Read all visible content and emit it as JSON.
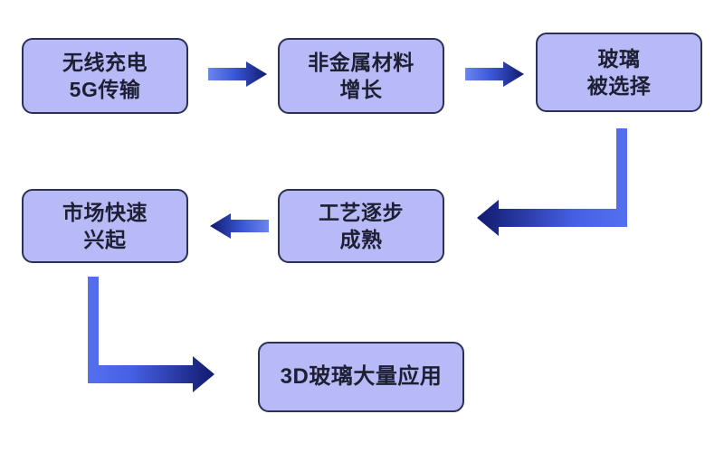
{
  "diagram": {
    "title": "3D Glass Adoption Flowchart",
    "background_color": "#ffffff",
    "node_fill": "#b8b9f7",
    "node_border": "#2b3055",
    "node_text_color": "#1d1f33",
    "arrow_gradient_light": "#5b7ce8",
    "arrow_gradient_dark": "#111a6d",
    "nodes": [
      {
        "id": "wireless",
        "line1": "无线充电",
        "line2": "5G传输",
        "order": 1
      },
      {
        "id": "material",
        "line1": "非金属材料",
        "line2": "增长",
        "order": 2
      },
      {
        "id": "glass",
        "line1": "玻璃",
        "line2": "被选择",
        "order": 3
      },
      {
        "id": "process",
        "line1": "工艺逐步",
        "line2": "成熟",
        "order": 4
      },
      {
        "id": "market",
        "line1": "市场快速",
        "line2": "兴起",
        "order": 5
      },
      {
        "id": "3dglass",
        "line1": "3D玻璃大量应用",
        "line2": "",
        "order": 6
      }
    ],
    "connectors": [
      {
        "id": "wireless-to-material",
        "from": "wireless",
        "to": "material",
        "shape": "straight-right"
      },
      {
        "id": "material-to-glass",
        "from": "material",
        "to": "glass",
        "shape": "straight-right"
      },
      {
        "id": "glass-to-process",
        "from": "glass",
        "to": "process",
        "shape": "elbow-down-left"
      },
      {
        "id": "process-to-market",
        "from": "process",
        "to": "market",
        "shape": "straight-left"
      },
      {
        "id": "market-to-3dglass",
        "from": "market",
        "to": "3dglass",
        "shape": "elbow-down-right"
      }
    ]
  }
}
